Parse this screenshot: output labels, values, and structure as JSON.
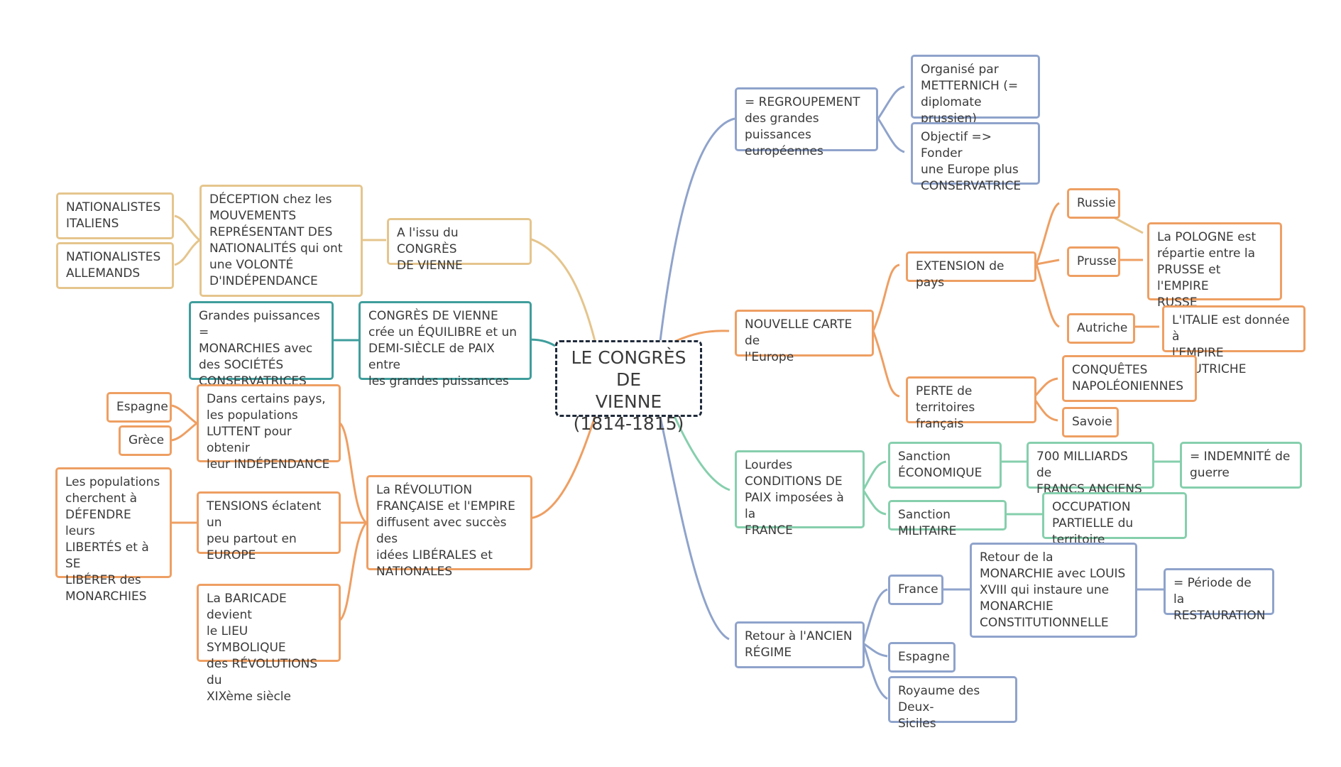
{
  "center": "LE CONGRÈS DE\nVIENNE\n(1814-1815)",
  "right": {
    "regroupement": "= REGROUPEMENT\ndes grandes puissances\neuropéennes",
    "organise": "Organisé par\nMETTERNICH (=\ndiplomate prussien)",
    "objectif": "Objectif => Fonder\nune Europe plus\nCONSERVATRICE",
    "nouvelle_carte": "NOUVELLE CARTE de\nl'Europe",
    "extension": "EXTENSION de pays",
    "russie": "Russie",
    "prusse": "Prusse",
    "autriche": "Autriche",
    "pologne": "La POLOGNE est\nrépartie entre la\nPRUSSE et l'EMPIRE\nRUSSE",
    "italie": "L'ITALIE est donnée à\nl'EMPIRE D'AUTRICHE",
    "perte": "PERTE de territoires\nfrançais",
    "conquetes": "CONQUÊTES\nNAPOLÉONIENNES",
    "savoie": "Savoie",
    "lourdes": "Lourdes\nCONDITIONS DE\nPAIX imposées à la\nFRANCE",
    "sanction_eco": "Sanction\nÉCONOMIQUE",
    "milliards": "700 MILLIARDS de\nFRANCS ANCIENS",
    "indemnite": "= INDEMNITÉ de\nguerre",
    "sanction_mil": "Sanction MILITAIRE",
    "occupation": "OCCUPATION\nPARTIELLE du territoire",
    "retour": "Retour à l'ANCIEN\nRÉGIME",
    "france": "France",
    "retour_monarchie": "Retour de la\nMONARCHIE avec LOUIS\nXVIII qui instaure une\nMONARCHIE\nCONSTITUTIONNELLE",
    "restauration": "= Période de la\nRESTAURATION",
    "espagne": "Espagne",
    "deux_siciles": "Royaume des Deux-\nSiciles"
  },
  "left": {
    "issu": "A l'issu du CONGRÈS\nDE VIENNE",
    "deception": "DÉCEPTION chez les\nMOUVEMENTS\nREPRÉSENTANT DES\nNATIONALITÉS qui ont\nune VOLONTÉ\nD'INDÉPENDANCE",
    "nat_italiens": "NATIONALISTES\nITALIENS",
    "nat_allemands": "NATIONALISTES\nALLEMANDS",
    "congres_equilibre": "CONGRÈS DE VIENNE\ncrée un ÉQUILIBRE et un\nDEMI-SIÈCLE de PAIX entre\nles grandes puissances",
    "grandes_puissances": "Grandes puissances =\nMONARCHIES avec\ndes SOCIÉTÉS\nCONSERVATRICES",
    "revolution": "La RÉVOLUTION\nFRANÇAISE et l'EMPIRE\ndiffusent avec succès des\nidées LIBÉRALES et\nNATIONALES",
    "certains_pays": "Dans certains pays,\nles populations\nLUTTENT pour obtenir\nleur INDÉPENDANCE",
    "espagne": "Espagne",
    "grece": "Grèce",
    "tensions": "TENSIONS éclatent un\npeu partout en\nEUROPE",
    "populations": "Les populations\ncherchent à\nDÉFENDRE leurs\nLIBERTÉS et à SE\nLIBÉRER des\nMONARCHIES",
    "baricade": "La BARICADE devient\nle LIEU SYMBOLIQUE\ndes RÉVOLUTIONS du\nXIXème siècle"
  },
  "colors": {
    "blue": "#8fa3cb",
    "orange": "#ee9f63",
    "yellow": "#e5c58d",
    "teal": "#3f9e9c",
    "green": "#86cfad",
    "center_border": "#1f2a3a"
  }
}
